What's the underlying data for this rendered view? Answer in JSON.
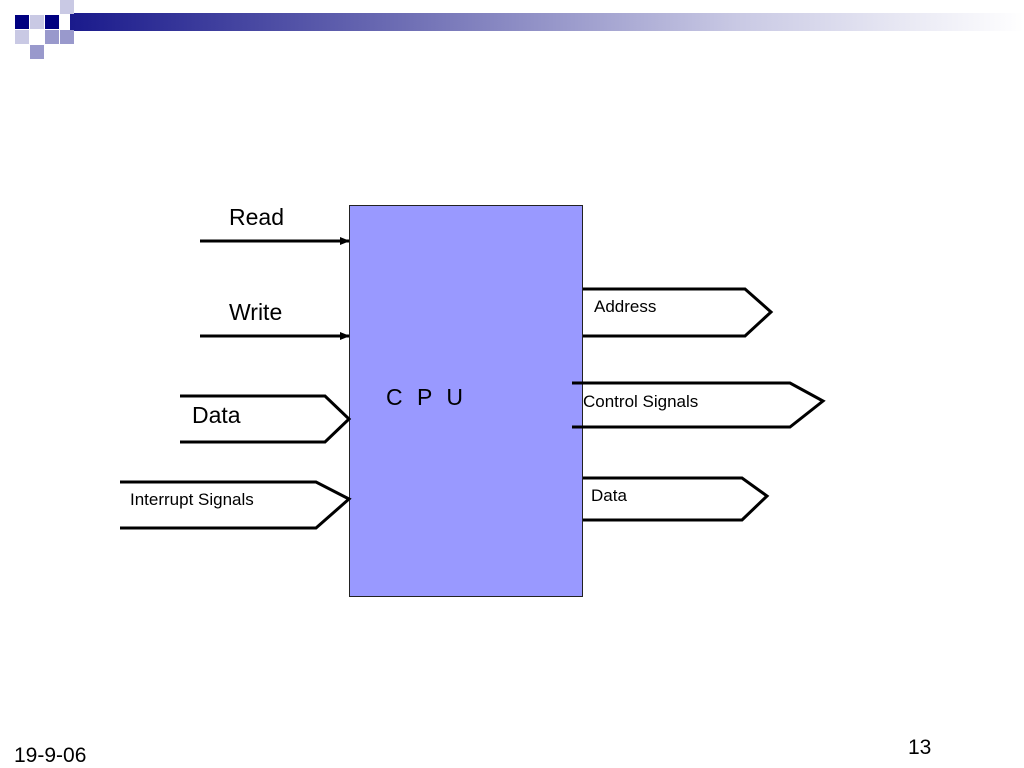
{
  "diagram": {
    "center_block": {
      "label": "C  P  U",
      "color": "#9999ff"
    },
    "inputs": [
      {
        "label": "Read",
        "kind": "single-line-arrow"
      },
      {
        "label": "Write",
        "kind": "single-line-arrow"
      },
      {
        "label": "Data",
        "kind": "bus-arrow"
      },
      {
        "label": "Interrupt Signals",
        "kind": "bus-arrow"
      }
    ],
    "outputs": [
      {
        "label": "Address",
        "kind": "bus-arrow"
      },
      {
        "label": "Control Signals",
        "kind": "bus-arrow"
      },
      {
        "label": "Data",
        "kind": "bus-arrow"
      }
    ]
  },
  "footer": {
    "date": "19-9-06",
    "page_number": "13"
  },
  "theme": {
    "accent_dark": "#000080",
    "accent_light": "#9999cc",
    "line_color": "#000000"
  }
}
